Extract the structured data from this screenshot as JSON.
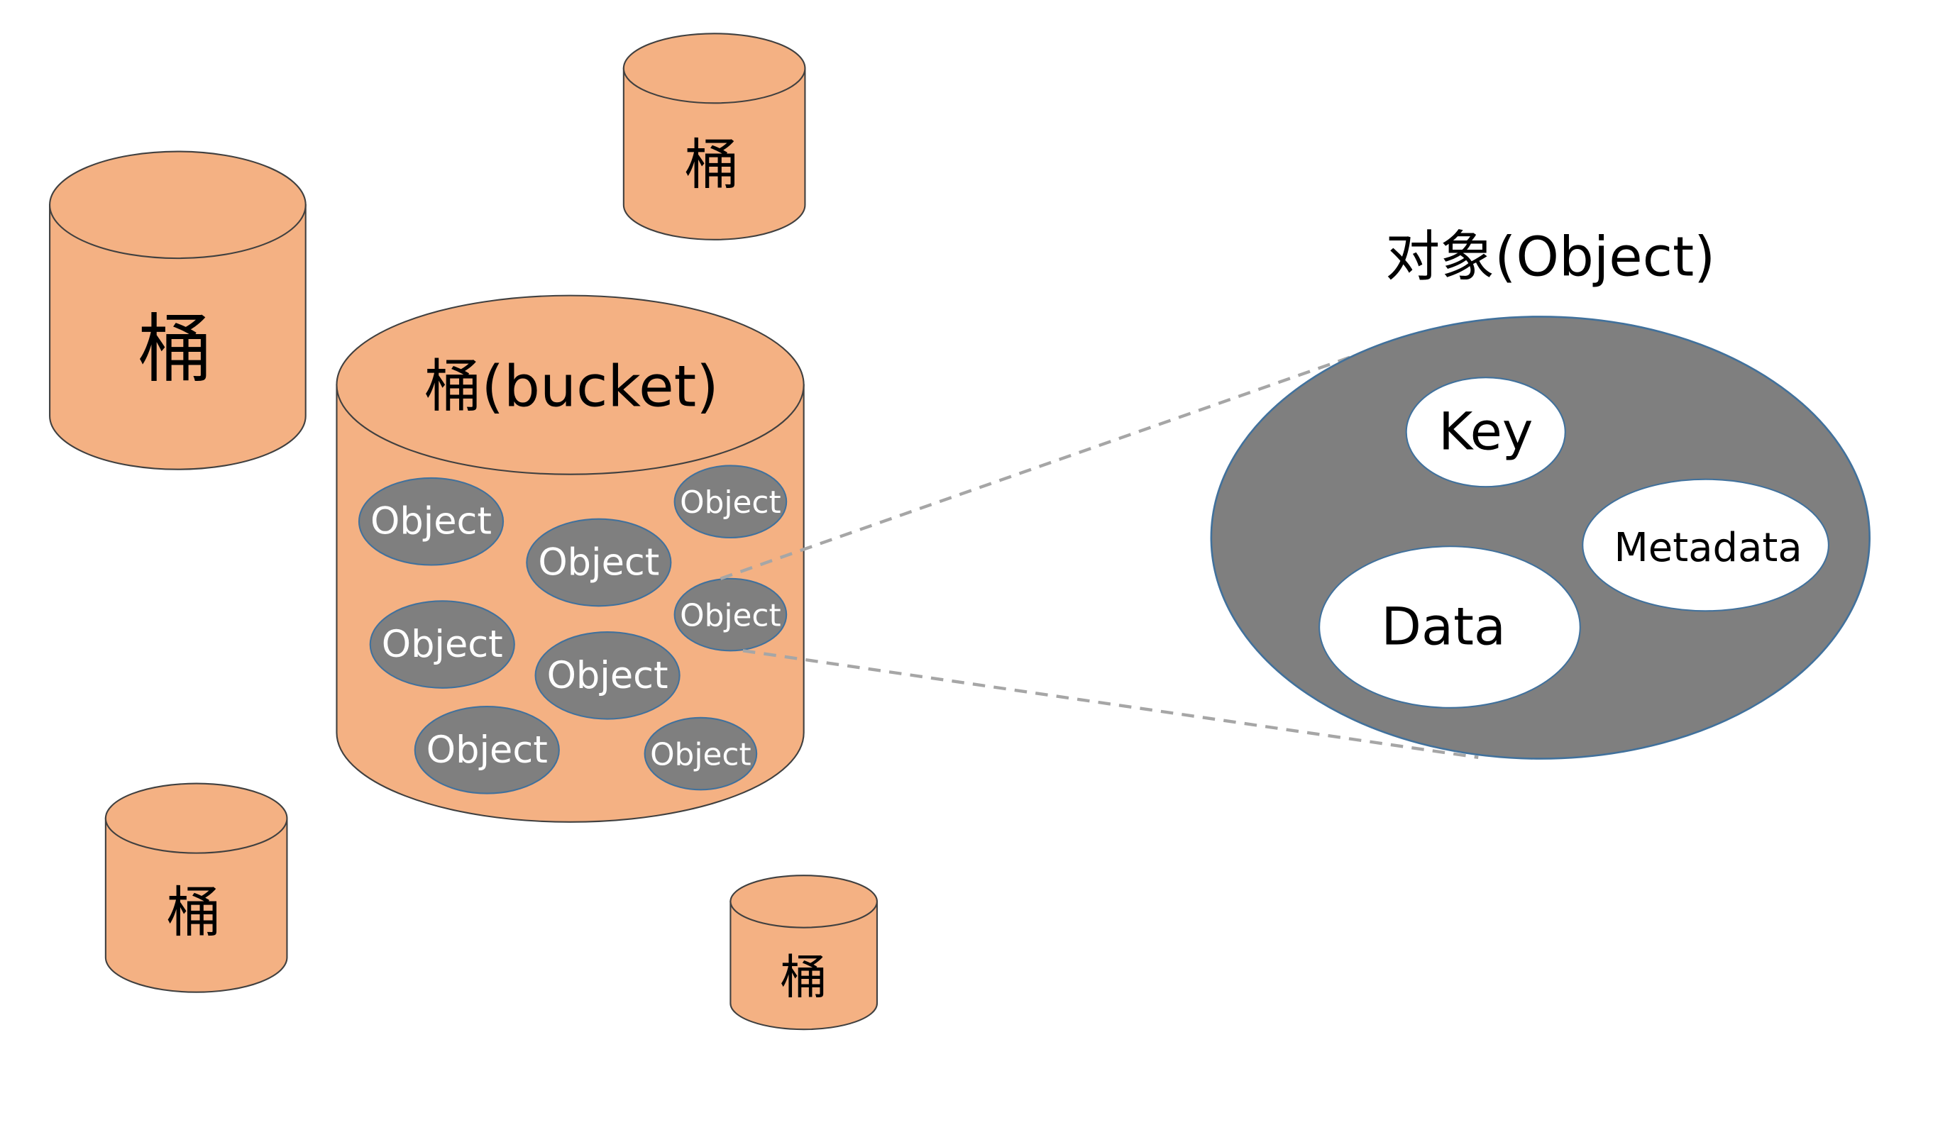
{
  "colors": {
    "bucket": "#f4b183",
    "object": "#7f7f7f",
    "object_border": "#41719c",
    "part": "#ffffff",
    "connector": "#a6a6a6"
  },
  "buckets": {
    "small_label": "桶",
    "main_label": "桶(bucket)"
  },
  "main_bucket": {
    "objects": [
      "Object",
      "Object",
      "Object",
      "Object",
      "Object",
      "Object",
      "Object",
      "Object"
    ]
  },
  "object_detail": {
    "title": "对象(Object)",
    "parts": {
      "key": "Key",
      "metadata": "Metadata",
      "data": "Data"
    }
  }
}
